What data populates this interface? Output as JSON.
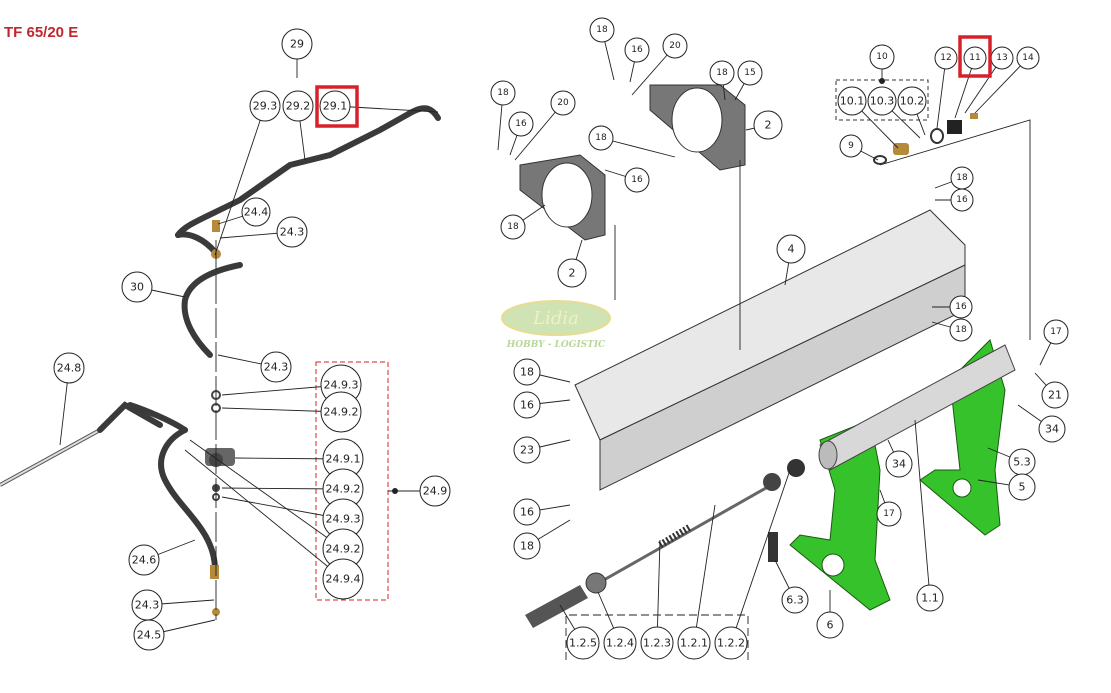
{
  "title": "TF 65/20 E",
  "logo": {
    "name": "Lidia",
    "tagline": "HOBBY - LOGISTIC"
  },
  "colors": {
    "highlight": "#d7202a",
    "frame_green": "#36c22a",
    "title_red": "#c0272d"
  },
  "highlighted_callouts": [
    "29.1",
    "11"
  ],
  "callouts": [
    "29",
    "29.3",
    "29.2",
    "29.1",
    "24.4",
    "24.3",
    "30",
    "24.3",
    "24.8",
    "24.9.3",
    "24.9.2",
    "24.9.1",
    "24.9.2",
    "24.9.3",
    "24.9.2",
    "24.9.4",
    "24.9",
    "24.6",
    "24.3",
    "24.5",
    "18",
    "16",
    "20",
    "18",
    "15",
    "2",
    "18",
    "16",
    "20",
    "18",
    "16",
    "18",
    "2",
    "4",
    "10",
    "10.1",
    "10.3",
    "10.2",
    "12",
    "11",
    "13",
    "14",
    "9",
    "18",
    "16",
    "16",
    "18",
    "17",
    "21",
    "34",
    "5.3",
    "5",
    "34",
    "17",
    "1.1",
    "6",
    "6.3",
    "18",
    "16",
    "23",
    "16",
    "18",
    "1.2.5",
    "1.2.4",
    "1.2.3",
    "1.2.1",
    "1.2.2"
  ]
}
